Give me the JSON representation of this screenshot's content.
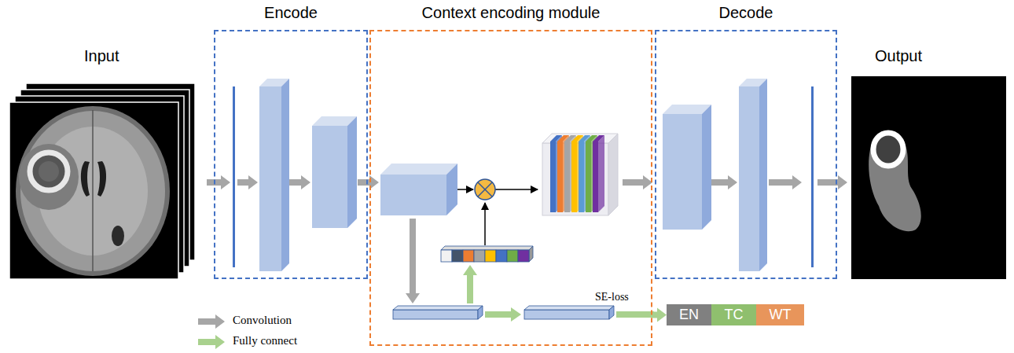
{
  "diagram": {
    "nodes": [
      {
        "text": [
          "Encode"
        ]
      },
      {
        "text": [
          "Context encoding module"
        ]
      },
      {
        "text": [
          "Decode"
        ]
      },
      {
        "text": [
          "EN"
        ]
      },
      {
        "text": [
          "TC"
        ]
      },
      {
        "text": [
          "WT"
        ]
      }
    ],
    "edges": [
      {
        "from": 1,
        "to": 3,
        "arrow": "to",
        "label": "SE-loss"
      }
    ],
    "labels": [
      "Input",
      "Output"
    ],
    "legend": [
      {
        "text": "Convolution"
      },
      {
        "text": "Fully connect"
      }
    ]
  }
}
